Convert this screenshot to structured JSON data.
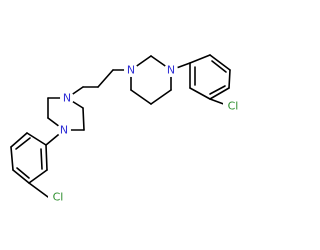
{
  "molecule": {
    "colors": {
      "bond": "#000000",
      "N": "#3030d6",
      "Cl": "#2f8f2f"
    },
    "atom_labels": {
      "n_upper_left": "N",
      "n_upper_right": "N",
      "n_lower_upper": "N",
      "n_lower_lower": "N",
      "cl_upper": "Cl",
      "cl_lower": "Cl"
    }
  }
}
